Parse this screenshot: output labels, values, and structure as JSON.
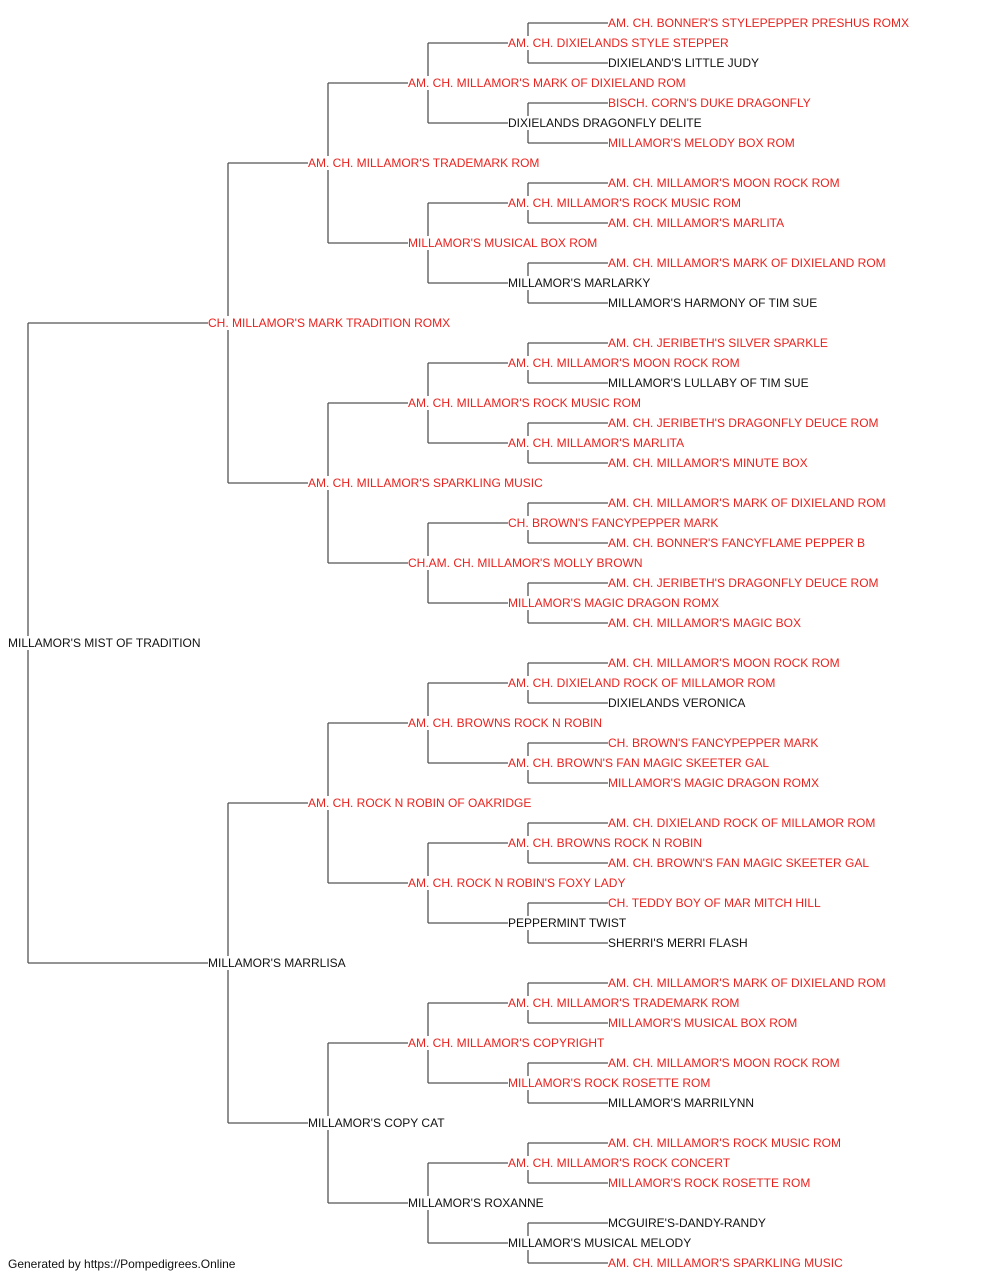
{
  "colors": {
    "champion": "#e8231f",
    "plain": "#111111",
    "line": "#555555"
  },
  "footer": "Generated by https://Pompedigrees.Online",
  "pedigree": {
    "name": "MILLAMOR'S MIST OF TRADITION",
    "champion": false,
    "sire": {
      "name": "CH. MILLAMOR'S MARK TRADITION ROMX",
      "champion": true,
      "sire": {
        "name": "AM. CH. MILLAMOR'S TRADEMARK ROM",
        "champion": true,
        "sire": {
          "name": "AM. CH. MILLAMOR'S MARK OF DIXIELAND ROM",
          "champion": true,
          "sire": {
            "name": "AM. CH. DIXIELANDS STYLE STEPPER",
            "champion": true,
            "sire": {
              "name": "AM. CH. BONNER'S STYLEPEPPER PRESHUS ROMX",
              "champion": true
            },
            "dam": {
              "name": "DIXIELAND'S LITTLE JUDY",
              "champion": false
            }
          },
          "dam": {
            "name": "DIXIELANDS DRAGONFLY DELITE",
            "champion": false,
            "sire": {
              "name": "BISCH. CORN'S DUKE DRAGONFLY",
              "champion": true
            },
            "dam": {
              "name": "MILLAMOR'S MELODY BOX ROM",
              "champion": true
            }
          }
        },
        "dam": {
          "name": "MILLAMOR'S MUSICAL BOX ROM",
          "champion": true,
          "sire": {
            "name": "AM. CH. MILLAMOR'S ROCK MUSIC ROM",
            "champion": true,
            "sire": {
              "name": "AM. CH. MILLAMOR'S MOON ROCK ROM",
              "champion": true
            },
            "dam": {
              "name": "AM. CH. MILLAMOR'S MARLITA",
              "champion": true
            }
          },
          "dam": {
            "name": "MILLAMOR'S MARLARKY",
            "champion": false,
            "sire": {
              "name": "AM. CH. MILLAMOR'S MARK OF DIXIELAND ROM",
              "champion": true
            },
            "dam": {
              "name": "MILLAMOR'S HARMONY OF TIM SUE",
              "champion": false
            }
          }
        }
      },
      "dam": {
        "name": "AM. CH. MILLAMOR'S SPARKLING MUSIC",
        "champion": true,
        "sire": {
          "name": "AM. CH. MILLAMOR'S ROCK MUSIC ROM",
          "champion": true,
          "sire": {
            "name": "AM. CH. MILLAMOR'S MOON ROCK ROM",
            "champion": true,
            "sire": {
              "name": "AM. CH. JERIBETH'S SILVER SPARKLE",
              "champion": true
            },
            "dam": {
              "name": "MILLAMOR'S LULLABY OF TIM SUE",
              "champion": false
            }
          },
          "dam": {
            "name": "AM. CH. MILLAMOR'S MARLITA",
            "champion": true,
            "sire": {
              "name": "AM. CH. JERIBETH'S DRAGONFLY DEUCE ROM",
              "champion": true
            },
            "dam": {
              "name": "AM. CH. MILLAMOR'S MINUTE BOX",
              "champion": true
            }
          }
        },
        "dam": {
          "name": "CH.AM. CH. MILLAMOR'S MOLLY BROWN",
          "champion": true,
          "sire": {
            "name": "CH. BROWN'S FANCYPEPPER MARK",
            "champion": true,
            "sire": {
              "name": "AM. CH. MILLAMOR'S MARK OF DIXIELAND ROM",
              "champion": true
            },
            "dam": {
              "name": "AM. CH. BONNER'S FANCYFLAME PEPPER B",
              "champion": true
            }
          },
          "dam": {
            "name": "MILLAMOR'S MAGIC DRAGON ROMX",
            "champion": true,
            "sire": {
              "name": "AM. CH. JERIBETH'S DRAGONFLY DEUCE ROM",
              "champion": true
            },
            "dam": {
              "name": "AM. CH. MILLAMOR'S MAGIC BOX",
              "champion": true
            }
          }
        }
      }
    },
    "dam": {
      "name": "MILLAMOR'S MARRLISA",
      "champion": false,
      "sire": {
        "name": "AM. CH. ROCK N ROBIN OF OAKRIDGE",
        "champion": true,
        "sire": {
          "name": "AM. CH. BROWNS ROCK N ROBIN",
          "champion": true,
          "sire": {
            "name": "AM. CH. DIXIELAND ROCK OF MILLAMOR ROM",
            "champion": true,
            "sire": {
              "name": "AM. CH. MILLAMOR'S MOON ROCK ROM",
              "champion": true
            },
            "dam": {
              "name": "DIXIELANDS VERONICA",
              "champion": false
            }
          },
          "dam": {
            "name": "AM. CH. BROWN'S FAN MAGIC SKEETER GAL",
            "champion": true,
            "sire": {
              "name": "CH. BROWN'S FANCYPEPPER MARK",
              "champion": true
            },
            "dam": {
              "name": "MILLAMOR'S MAGIC DRAGON ROMX",
              "champion": true
            }
          }
        },
        "dam": {
          "name": "AM. CH. ROCK N ROBIN'S FOXY LADY",
          "champion": true,
          "sire": {
            "name": "AM. CH. BROWNS ROCK N ROBIN",
            "champion": true,
            "sire": {
              "name": "AM. CH. DIXIELAND ROCK OF MILLAMOR ROM",
              "champion": true
            },
            "dam": {
              "name": "AM. CH. BROWN'S FAN MAGIC SKEETER GAL",
              "champion": true
            }
          },
          "dam": {
            "name": "PEPPERMINT TWIST",
            "champion": false,
            "sire": {
              "name": "CH. TEDDY BOY OF MAR MITCH HILL",
              "champion": true
            },
            "dam": {
              "name": "SHERRI'S MERRI FLASH",
              "champion": false
            }
          }
        }
      },
      "dam": {
        "name": "MILLAMOR'S COPY CAT",
        "champion": false,
        "sire": {
          "name": "AM. CH. MILLAMOR'S COPYRIGHT",
          "champion": true,
          "sire": {
            "name": "AM. CH. MILLAMOR'S TRADEMARK ROM",
            "champion": true,
            "sire": {
              "name": "AM. CH. MILLAMOR'S MARK OF DIXIELAND ROM",
              "champion": true
            },
            "dam": {
              "name": "MILLAMOR'S MUSICAL BOX ROM",
              "champion": true
            }
          },
          "dam": {
            "name": "MILLAMOR'S ROCK ROSETTE ROM",
            "champion": true,
            "sire": {
              "name": "AM. CH. MILLAMOR'S MOON ROCK ROM",
              "champion": true
            },
            "dam": {
              "name": "MILLAMOR'S MARRILYNN",
              "champion": false
            }
          }
        },
        "dam": {
          "name": "MILLAMOR'S ROXANNE",
          "champion": false,
          "sire": {
            "name": "AM. CH. MILLAMOR'S ROCK CONCERT",
            "champion": true,
            "sire": {
              "name": "AM. CH. MILLAMOR'S ROCK MUSIC ROM",
              "champion": true
            },
            "dam": {
              "name": "MILLAMOR'S ROCK ROSETTE ROM",
              "champion": true
            }
          },
          "dam": {
            "name": "MILLAMOR'S MUSICAL MELODY",
            "champion": false,
            "sire": {
              "name": "MCGUIRE'S-DANDY-RANDY",
              "champion": false
            },
            "dam": {
              "name": "AM. CH. MILLAMOR'S SPARKLING MUSIC",
              "champion": true
            }
          }
        }
      }
    }
  }
}
